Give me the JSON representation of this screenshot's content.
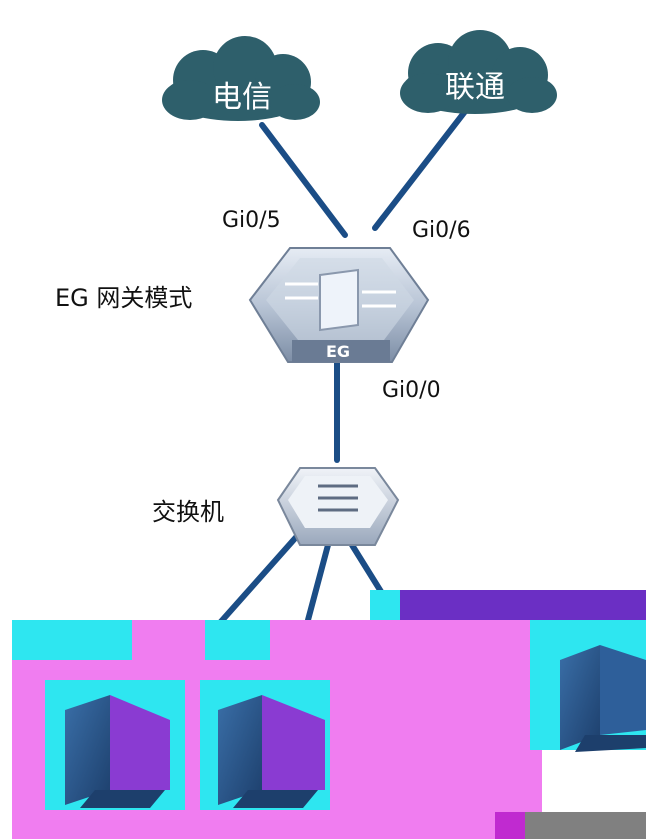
{
  "clouds": [
    {
      "label": "电信"
    },
    {
      "label": "联通"
    }
  ],
  "ports": {
    "uplink_left": "Gi0/5",
    "uplink_right": "Gi0/6",
    "downlink": "Gi0/0"
  },
  "gateway": {
    "mode_label": "EG 网关模式",
    "device_label": "EG"
  },
  "switch": {
    "label": "交换机"
  },
  "colors": {
    "cloud": "#2e5f6b",
    "link": "#1b4d86",
    "device": "#b9c5d6",
    "glitch_magenta": "#f07df0",
    "glitch_cyan": "#2ee6f0",
    "glitch_gray": "#808080"
  },
  "icons": [
    "cloud-icon",
    "gateway-router-icon",
    "switch-icon",
    "desktop-computer-icon"
  ]
}
